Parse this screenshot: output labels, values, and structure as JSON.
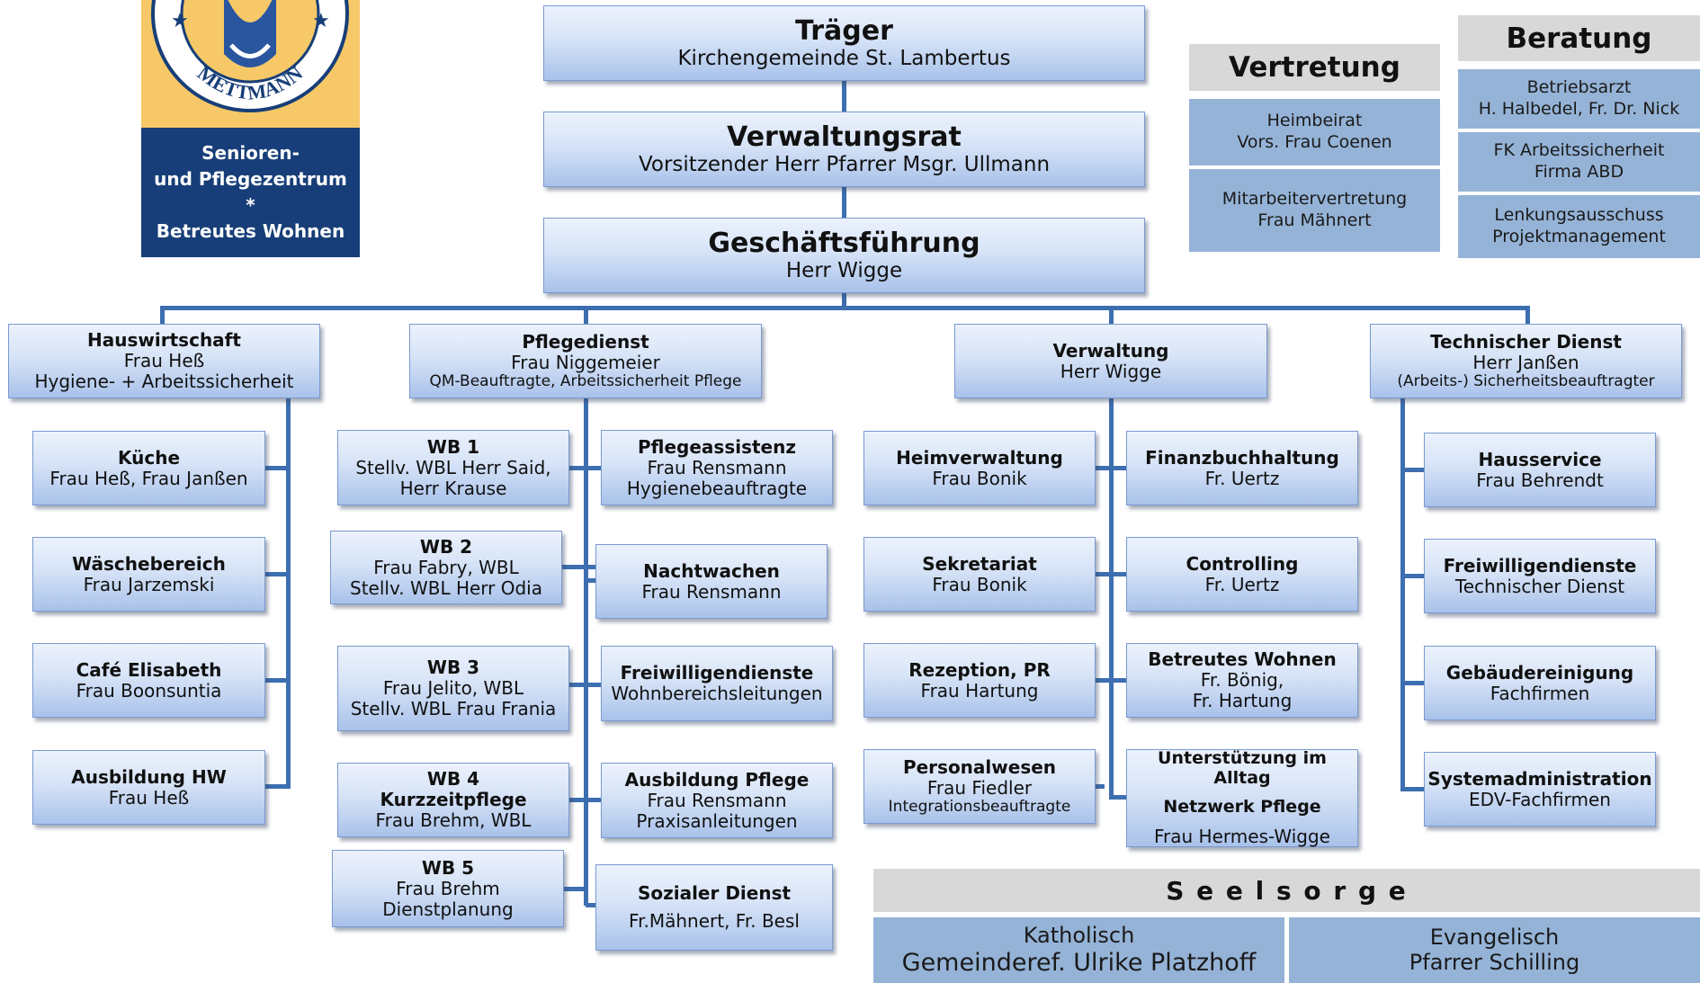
{
  "logo": {
    "text": "METTMANN",
    "line1": "Senioren-",
    "line2": "und Pflegezentrum",
    "star": "*",
    "line3": "Betreutes Wohnen"
  },
  "top": {
    "traeger": {
      "title": "Träger",
      "sub": "Kirchengemeinde St. Lambertus"
    },
    "verwaltungsrat": {
      "title": "Verwaltungsrat",
      "sub": "Vorsitzender Herr  Pfarrer Msgr. Ullmann"
    },
    "geschaeftsfuehrung": {
      "title": "Geschäftsführung",
      "sub": "Herr  Wigge"
    }
  },
  "vertretung": {
    "header": "Vertretung",
    "items": [
      {
        "l1": "Heimbeirat",
        "l2": "Vors. Frau Coenen"
      },
      {
        "l1": "Mitarbeitervertretung",
        "l2": "Frau Mähnert"
      }
    ]
  },
  "beratung": {
    "header": "Beratung",
    "items": [
      {
        "l1": "Betriebsarzt",
        "l2": "H. Halbedel, Fr. Dr. Nick"
      },
      {
        "l1": "FK Arbeitssicherheit",
        "l2": "Firma ABD"
      },
      {
        "l1": "Lenkungsausschuss",
        "l2": "Projektmanagement"
      }
    ]
  },
  "depts": {
    "hauswirtschaft": {
      "title": "Hauswirtschaft",
      "l1": "Frau Heß",
      "l2": "Hygiene- + Arbeitssicherheit"
    },
    "pflegedienst": {
      "title": "Pflegedienst",
      "l1": "Frau Niggemeier",
      "l2": "QM-Beauftragte, Arbeitssicherheit Pflege"
    },
    "verwaltung": {
      "title": "Verwaltung",
      "l1": "Herr Wigge"
    },
    "technik": {
      "title": "Technischer Dienst",
      "l1": "Herr Janßen",
      "l2": "(Arbeits-) Sicherheitsbeauftragter"
    }
  },
  "hw": [
    {
      "title": "Küche",
      "l1": "Frau Heß, Frau Janßen"
    },
    {
      "title": "Wäschebereich",
      "l1": "Frau Jarzemski"
    },
    {
      "title": "Café Elisabeth",
      "l1": "Frau Boonsuntia"
    },
    {
      "title": "Ausbildung HW",
      "l1": "Frau Heß"
    }
  ],
  "pflege_left": [
    {
      "title": "WB 1",
      "l1": "Stellv. WBL Herr Said,",
      "l2": "Herr Krause"
    },
    {
      "title": "WB 2",
      "l1": "Frau Fabry, WBL",
      "l2": "Stellv. WBL Herr Odia"
    },
    {
      "title": "WB 3",
      "l1": "Frau Jelito, WBL",
      "l2": "Stellv. WBL Frau Frania"
    },
    {
      "title": "WB 4",
      "t2": "Kurzzeitpflege",
      "l1": "Frau Brehm, WBL"
    },
    {
      "title": "WB 5",
      "l1": "Frau Brehm",
      "l2": "Dienstplanung"
    }
  ],
  "pflege_right": [
    {
      "title": "Pflegeassistenz",
      "l1": "Frau Rensmann",
      "l2": "Hygienebeauftragte"
    },
    {
      "title": "Nachtwachen",
      "l1": "Frau Rensmann"
    },
    {
      "title": "Freiwilligendienste",
      "l1": "Wohnbereichsleitungen"
    },
    {
      "title": "Ausbildung Pflege",
      "l1": "Frau Rensmann",
      "l2": "Praxisanleitungen"
    },
    {
      "title": "Sozialer Dienst",
      "l1": "Fr.Mähnert, Fr. Besl"
    }
  ],
  "verw_left": [
    {
      "title": "Heimverwaltung",
      "l1": "Frau Bonik"
    },
    {
      "title": "Sekretariat",
      "l1": "Frau Bonik"
    },
    {
      "title": "Rezeption, PR",
      "l1": "Frau Hartung"
    },
    {
      "title": "Personalwesen",
      "l1": "Frau Fiedler",
      "l2": "Integrationsbeauftragte"
    }
  ],
  "verw_right": [
    {
      "title": "Finanzbuchhaltung",
      "l1": "Fr. Uertz"
    },
    {
      "title": "Controlling",
      "l1": "Fr. Uertz"
    },
    {
      "title": "Betreutes Wohnen",
      "l1": "Fr.  Bönig,",
      "l2": "Fr. Hartung"
    },
    {
      "title": "Unterstützung im Alltag",
      "t2": "Netzwerk Pflege",
      "l1": "Frau Hermes-Wigge"
    }
  ],
  "technik": [
    {
      "title": "Hausservice",
      "l1": "Frau Behrendt"
    },
    {
      "title": "Freiwilligendienste",
      "l1": "Technischer Dienst"
    },
    {
      "title": "Gebäudereinigung",
      "l1": "Fachfirmen"
    },
    {
      "title": "Systemadministration",
      "l1": "EDV-Fachfirmen"
    }
  ],
  "seelsorge": {
    "header": "S e e l s o r g e",
    "katholisch": {
      "l1": "Katholisch",
      "l2": "Gemeinderef. Ulrike Platzhoff"
    },
    "evangelisch": {
      "l1": "Evangelisch",
      "l2": "Pfarrer Schilling"
    }
  },
  "colors": {
    "connector": "#3d6fb0",
    "box_gradient_top": "#ecf2fc",
    "box_gradient_bottom": "#a9c2ea",
    "panel": "#95b3d7",
    "panel_header": "#d8d8d8",
    "logo_gold": "#f6c867",
    "logo_navy": "#173e78"
  }
}
